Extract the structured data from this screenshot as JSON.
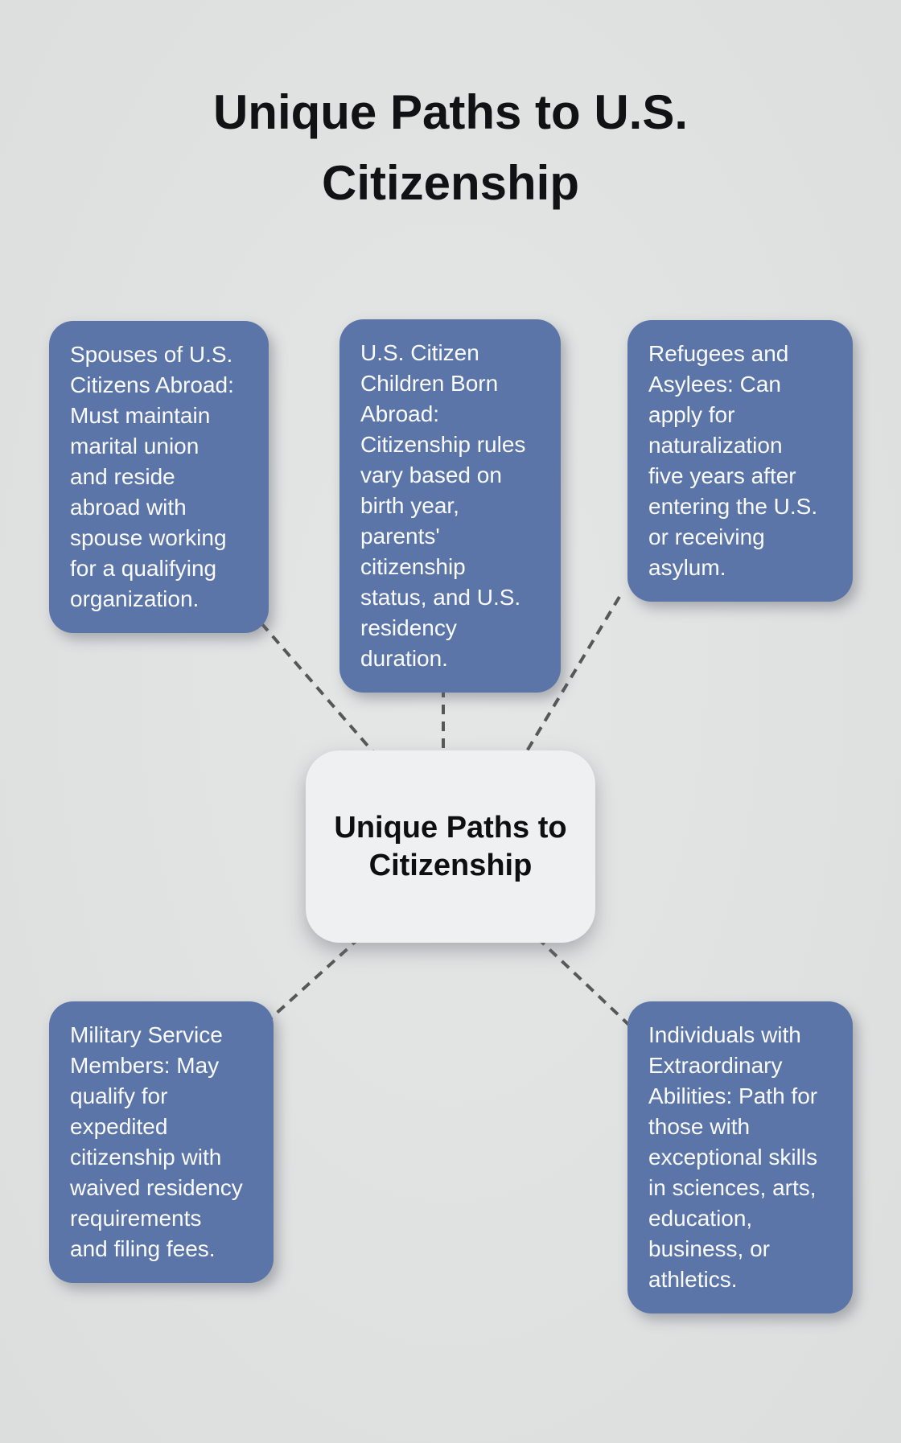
{
  "page": {
    "title": "Unique Paths to U.S.\nCitizenship",
    "background_color": "#e0e2e2",
    "title_color": "#111213"
  },
  "diagram": {
    "node_color": "#5c75a8",
    "node_text_color": "#fafbfc",
    "connector_color": "#575757",
    "center_node": {
      "label": "Unique Paths to\nCitizenship",
      "background_color": "#eef0f1",
      "text_color": "#0e0f10"
    },
    "nodes": [
      {
        "id": "spouses-of-us-citizens-abroad",
        "text": "Spouses of U.S.\nCitizens Abroad:\nMust maintain\nmarital union\nand reside\nabroad with\nspouse working\nfor a qualifying\norganization."
      },
      {
        "id": "us-citizen-children-born-abroad",
        "text": "U.S. Citizen\nChildren Born\nAbroad:\nCitizenship rules\nvary based on\nbirth year,\nparents'\ncitizenship\nstatus, and U.S.\nresidency\nduration."
      },
      {
        "id": "refugees-and-asylees",
        "text": "Refugees and\nAsylees: Can\napply for\nnaturalization\nfive years after\nentering the U.S.\nor receiving\nasylum."
      },
      {
        "id": "military-service-members",
        "text": "Military Service\nMembers: May\nqualify for\nexpedited\ncitizenship with\nwaived residency\nrequirements\nand filing fees."
      },
      {
        "id": "individuals-with-extraordinary-abilities",
        "text": "Individuals with\nExtraordinary\nAbilities: Path for\nthose with\nexceptional skills\nin sciences, arts,\neducation,\nbusiness, or\nathletics."
      }
    ]
  }
}
